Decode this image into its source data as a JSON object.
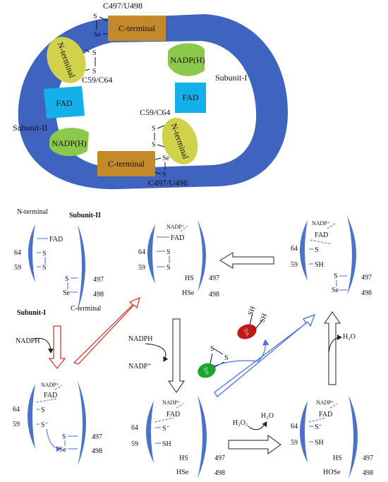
{
  "colors": {
    "subunit_ring": "#3f64c0",
    "c_terminal": "#c48a2a",
    "n_terminal": "#cfd24a",
    "nadph": "#8bc84c",
    "fad": "#14b0ea",
    "blade": "#4a72c8",
    "red_arrow": "#d43a3a",
    "blue_arrow": "#4b6ee0",
    "trx_red": "#c01818",
    "trx_green": "#1aa52e",
    "dash": "#3b6fd6"
  },
  "top": {
    "c_terminal": "C-terminal",
    "n_terminal": "N-terminal",
    "nadph": "NADP(H)",
    "fad": "FAD",
    "subunit_1": "Subunit-I",
    "subunit_2": "Subunit-II",
    "site_c497_u498": "C497/U498",
    "site_c59_c64": "C59/C64",
    "s": "S",
    "se": "Se"
  },
  "panel": {
    "n_terminal": "N-terminal",
    "c_terminal": "C-terminal",
    "subunit_2": "Subunit-II",
    "subunit_1": "Subunit-I",
    "fad": "FAD",
    "nadp_plus": "NADP⁺",
    "nadph": "NADPH",
    "s": "S",
    "s_minus": "S⁻",
    "sh": "SH",
    "se": "Se",
    "hs": "HS",
    "hse": "HSe",
    "hose": "HOSe",
    "n64": "64",
    "n59": "59",
    "n497": "497",
    "n498": "498",
    "h2o2": "H₂O₂",
    "h2o": "H₂O",
    "trx_red": "Trx",
    "trx_ox": "Trx"
  }
}
